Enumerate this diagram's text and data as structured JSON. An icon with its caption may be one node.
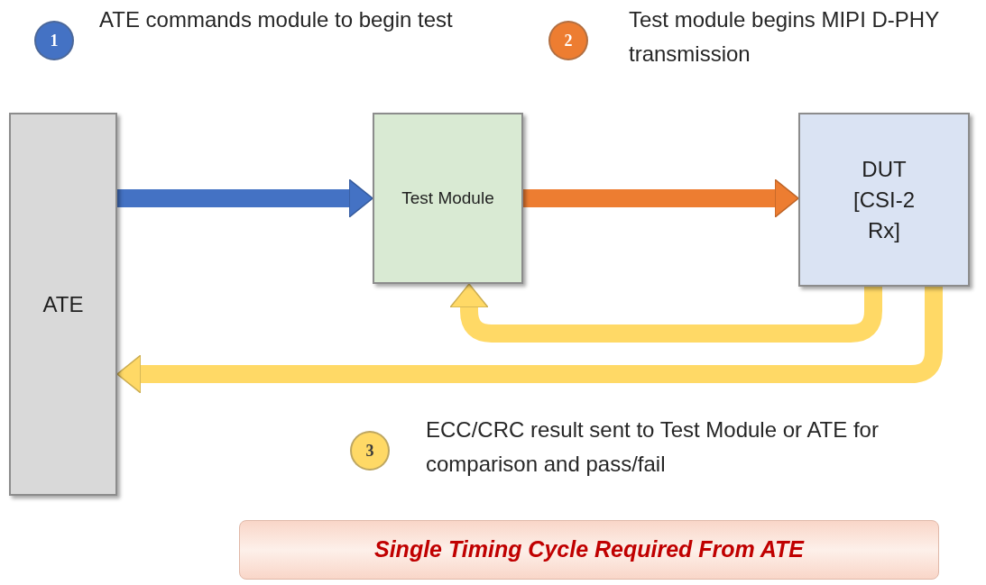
{
  "diagram": {
    "nodes": [
      {
        "text": [
          "1"
        ],
        "beside": [
          "ATE commands module to begin test"
        ]
      },
      {
        "text": [
          "2"
        ],
        "beside": [
          "Test module begins MIPI D-PHY transmission"
        ]
      },
      {
        "text": [
          "ATE"
        ]
      },
      {
        "text": [
          "Test Module"
        ]
      },
      {
        "text": [
          "DUT [CSI-2 Rx]"
        ]
      },
      {
        "text": [
          "3"
        ],
        "beside": [
          "ECC/CRC result sent to Test Module or ATE for comparison and pass/fail"
        ]
      },
      {
        "text": [
          "Single Timing Cycle Required From ATE"
        ]
      }
    ],
    "edges": [
      {
        "from": 2,
        "to": 3,
        "arrow": "to",
        "color": "#4472c4"
      },
      {
        "from": 3,
        "to": 4,
        "arrow": "to",
        "color": "#ed7d31"
      },
      {
        "from": 4,
        "to": 3,
        "arrow": "to",
        "color": "#ffd966"
      },
      {
        "from": 4,
        "to": 2,
        "arrow": "to",
        "color": "#ffd966"
      }
    ]
  }
}
